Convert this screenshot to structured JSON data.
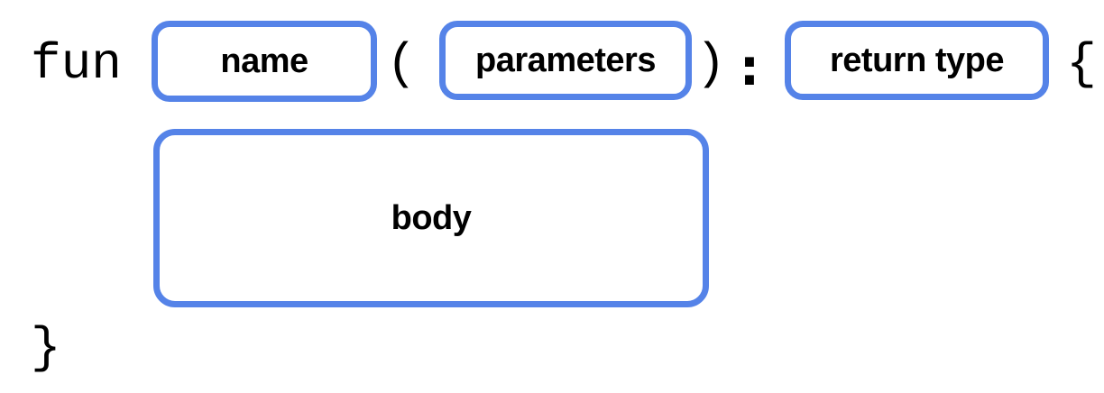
{
  "diagram": {
    "title_hint": "Kotlin function syntax diagram",
    "tokens": {
      "keyword": "fun",
      "open_paren": "(",
      "close_paren": ")",
      "colon": ":",
      "open_brace": "{",
      "close_brace": "}"
    },
    "boxes": {
      "name": "name",
      "parameters": "parameters",
      "return_type": "return type",
      "body": "body"
    },
    "colors": {
      "box_border": "#5583E8",
      "text": "#000000",
      "background": "#FFFFFF"
    }
  }
}
